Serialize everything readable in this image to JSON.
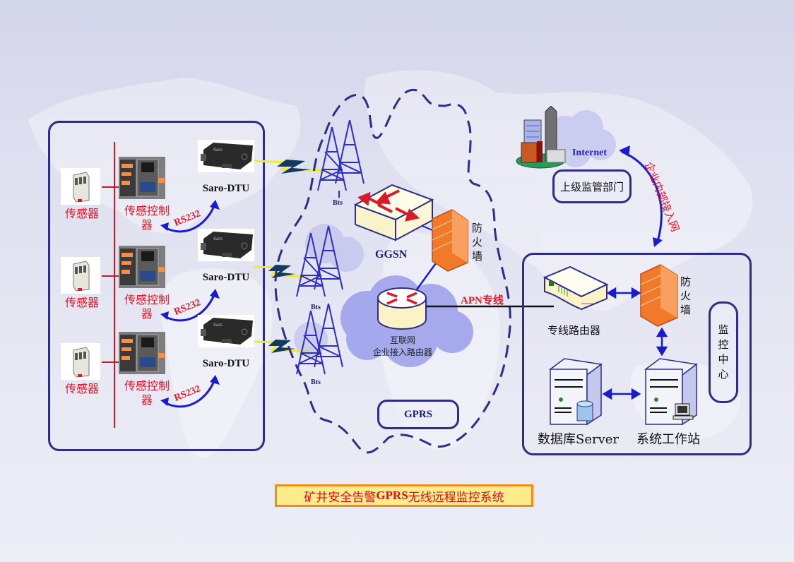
{
  "title": {
    "prefix": "矿井安全告警",
    "bold": "GPRS",
    "suffix": "无线远程监控系统"
  },
  "field_site": {
    "rows": [
      {
        "sensor_label": "传感器",
        "controller_label_1": "传感控制",
        "controller_label_2": "器",
        "link_label": "RS232",
        "dtu_label": "Saro-DTU"
      },
      {
        "sensor_label": "传感器",
        "controller_label_1": "传感控制",
        "controller_label_2": "器",
        "link_label": "RS232",
        "dtu_label": "Saro-DTU"
      },
      {
        "sensor_label": "传感器",
        "controller_label_1": "传感控制",
        "controller_label_2": "器",
        "link_label": "RS232",
        "dtu_label": "Saro-DTU"
      }
    ],
    "dtu_brand": "Saro"
  },
  "gprs_network": {
    "cloud_label": "GPRS",
    "bts_label": "Bts",
    "ggsn_label": "GGSN",
    "firewall_label": [
      "防",
      "火",
      "墙"
    ],
    "router_label_1": "互联网",
    "router_label_2": "企业接入路由器",
    "apn_label": "APN专线"
  },
  "internet": {
    "label": "Internet",
    "dept_label": "上级监管部门",
    "access_label": "企业内部接入网"
  },
  "monitor_center": {
    "router_label": "专线路由器",
    "firewall_label": [
      "防",
      "火",
      "墙"
    ],
    "center_label": [
      "监",
      "控",
      "中",
      "心"
    ],
    "db_server_label": "数据库Server",
    "workstation_label": "系统工作站"
  },
  "colors": {
    "navy": "#2e2e88",
    "arrow_blue": "#1a1ad0",
    "red_text": "#e0182a",
    "firewall_orange": "#f07a2a",
    "title_bg": "#fdeb8c",
    "title_border": "#f08c18"
  }
}
